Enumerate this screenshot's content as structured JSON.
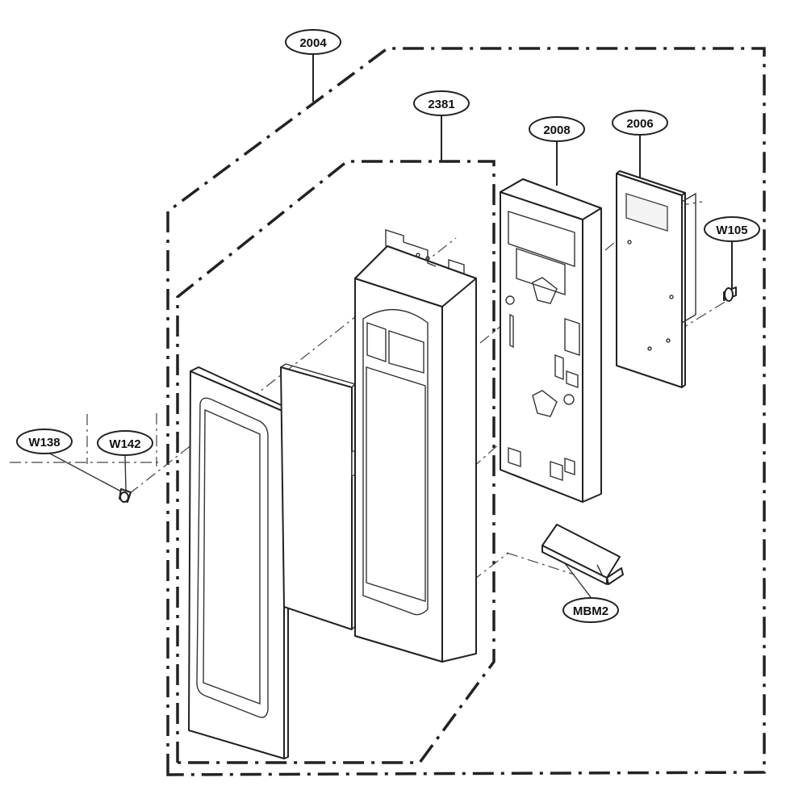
{
  "diagram": {
    "labels": {
      "l2004": "2004",
      "l2381": "2381",
      "l2008": "2008",
      "l2006": "2006",
      "lW105": "W105",
      "lW138": "W138",
      "lW142": "W142",
      "lMBM2": "MBM2"
    }
  }
}
